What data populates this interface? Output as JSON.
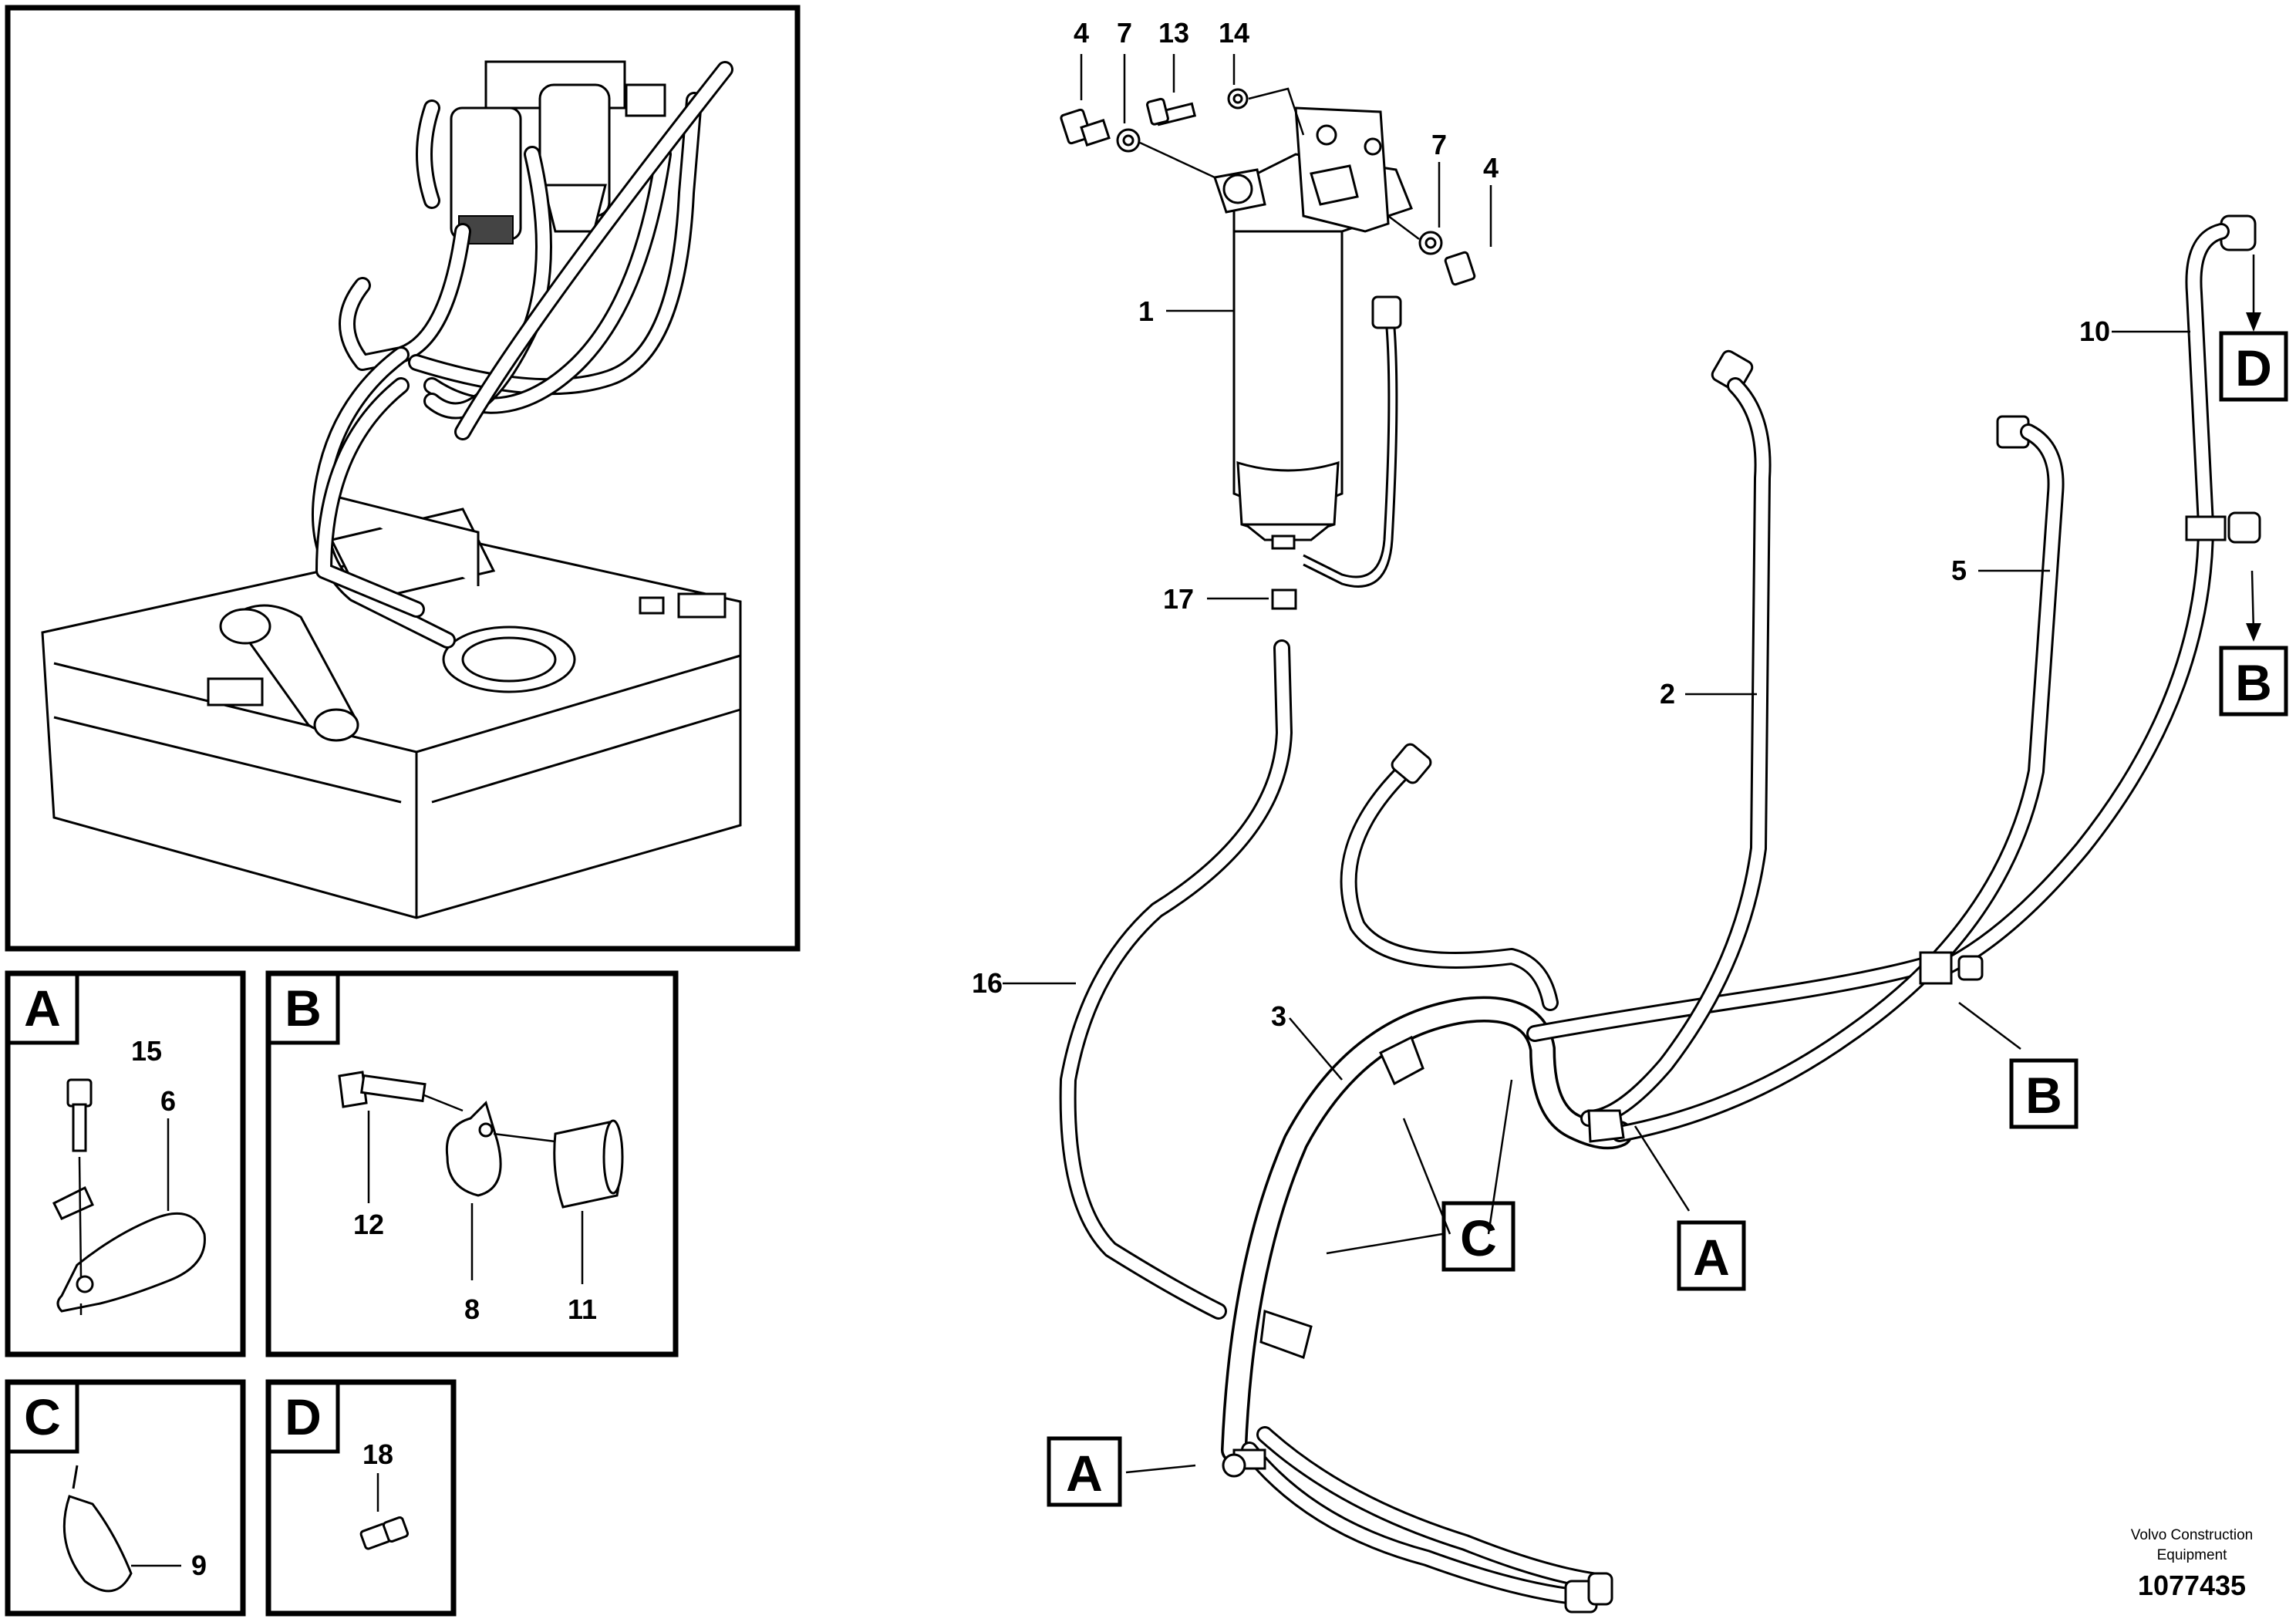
{
  "callouts": {
    "c4a": "4",
    "c7a": "7",
    "c13": "13",
    "c14": "14",
    "c7b": "7",
    "c4b": "4",
    "c1": "1",
    "c17": "17",
    "c16": "16",
    "c2": "2",
    "c5": "5",
    "c10": "10",
    "c3": "3",
    "c15": "15",
    "c6": "6",
    "c12": "12",
    "c8": "8",
    "c11": "11",
    "c9": "9",
    "c18": "18"
  },
  "view_letters": {
    "panel_a": "A",
    "panel_b": "B",
    "panel_c": "C",
    "panel_d": "D",
    "ref_d": "D",
    "ref_b_upper": "B",
    "ref_b_mid": "B",
    "ref_c": "C",
    "ref_a_mid": "A",
    "ref_a_low": "A"
  },
  "footer": {
    "credit_line1": "Volvo Construction",
    "credit_line2": "Equipment",
    "doc_number": "1077435"
  }
}
